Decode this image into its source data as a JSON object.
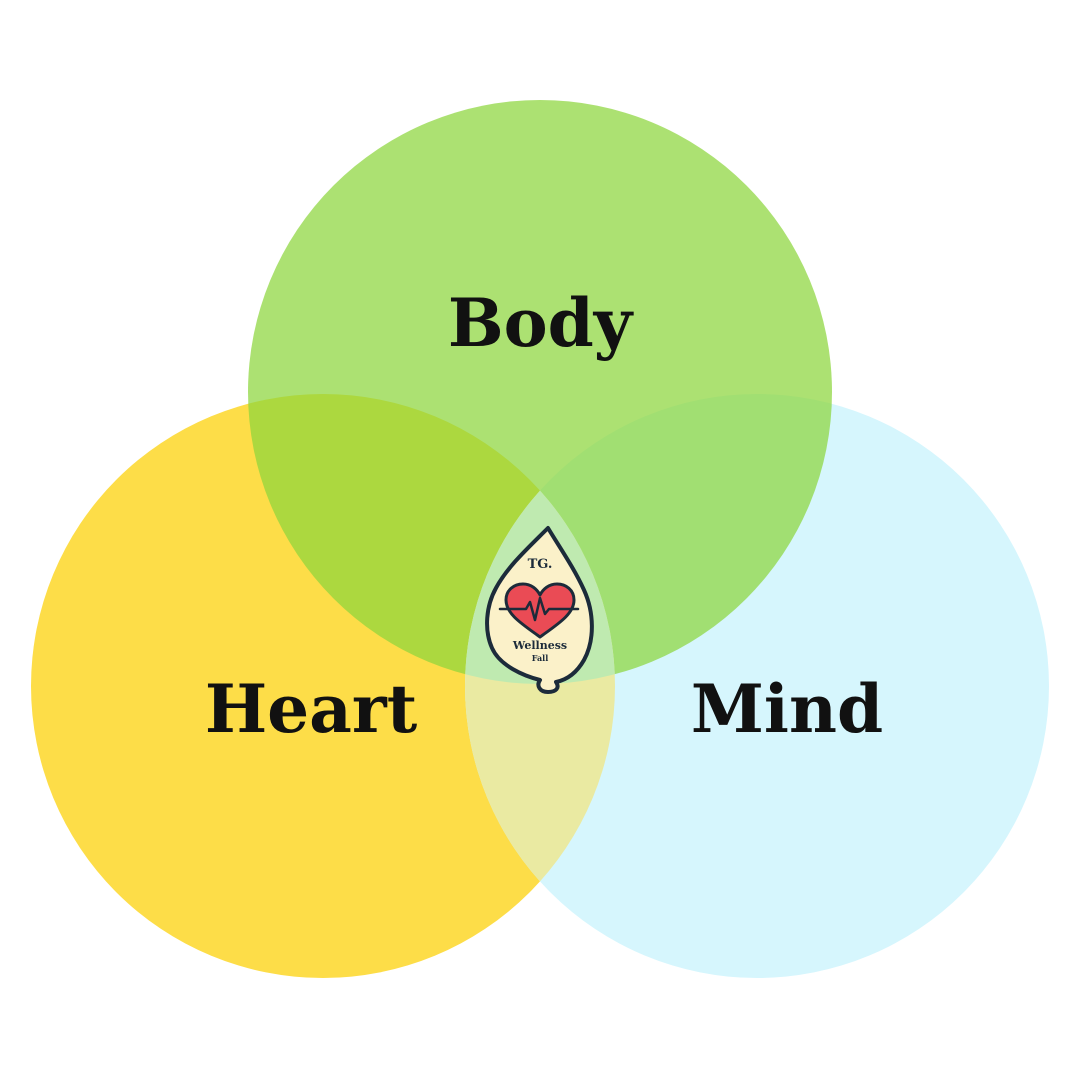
{
  "diagram": {
    "type": "venn",
    "sets": [
      {
        "label": "Body",
        "color": "#a6e063"
      },
      {
        "label": "Heart",
        "color": "#fddd48"
      },
      {
        "label": "Mind",
        "color": "#d6f6fd"
      }
    ],
    "overlap_colors": {
      "body_heart": "#d4e158",
      "body_mind": "#bfeab0",
      "heart_mind": "#eaeaa2"
    }
  },
  "badge": {
    "brand": "TG.",
    "title": "Wellness",
    "subtitle": "Fall",
    "icon": "heart-ecg-icon",
    "colors": {
      "fill": "#fbf1c9",
      "outline": "#1c2b3a",
      "heart": "#ea4b55"
    }
  }
}
